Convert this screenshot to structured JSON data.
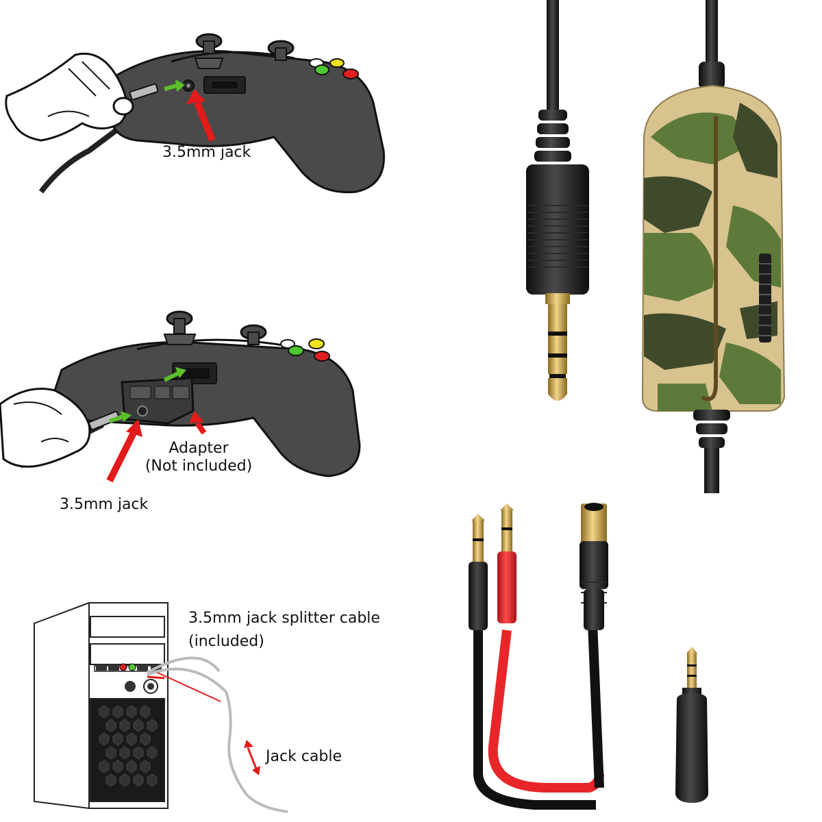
{
  "labels": {
    "jack_top": "3.5mm jack",
    "adapter_line1": "Adapter",
    "adapter_line2": "(Not included)",
    "jack_middle": "3.5mm jack",
    "splitter_line1": "3.5mm jack splitter cable",
    "splitter_line2": "(included)",
    "jack_cable": "Jack cable"
  },
  "colors": {
    "arrow_red": "#e31b1b",
    "arrow_green": "#5cbf2a",
    "controller_fill": "#4a4a4a",
    "gold": "#d4a84a",
    "camo_tan": "#d8c28e",
    "camo_green": "#5d7a3a",
    "camo_dark": "#3e4a2a",
    "cable_red": "#e8262a"
  },
  "icons": {
    "controller": "gamepad-icon",
    "pc": "desktop-tower-icon",
    "plug": "audio-plug-icon",
    "adapter": "headset-adapter-icon"
  }
}
